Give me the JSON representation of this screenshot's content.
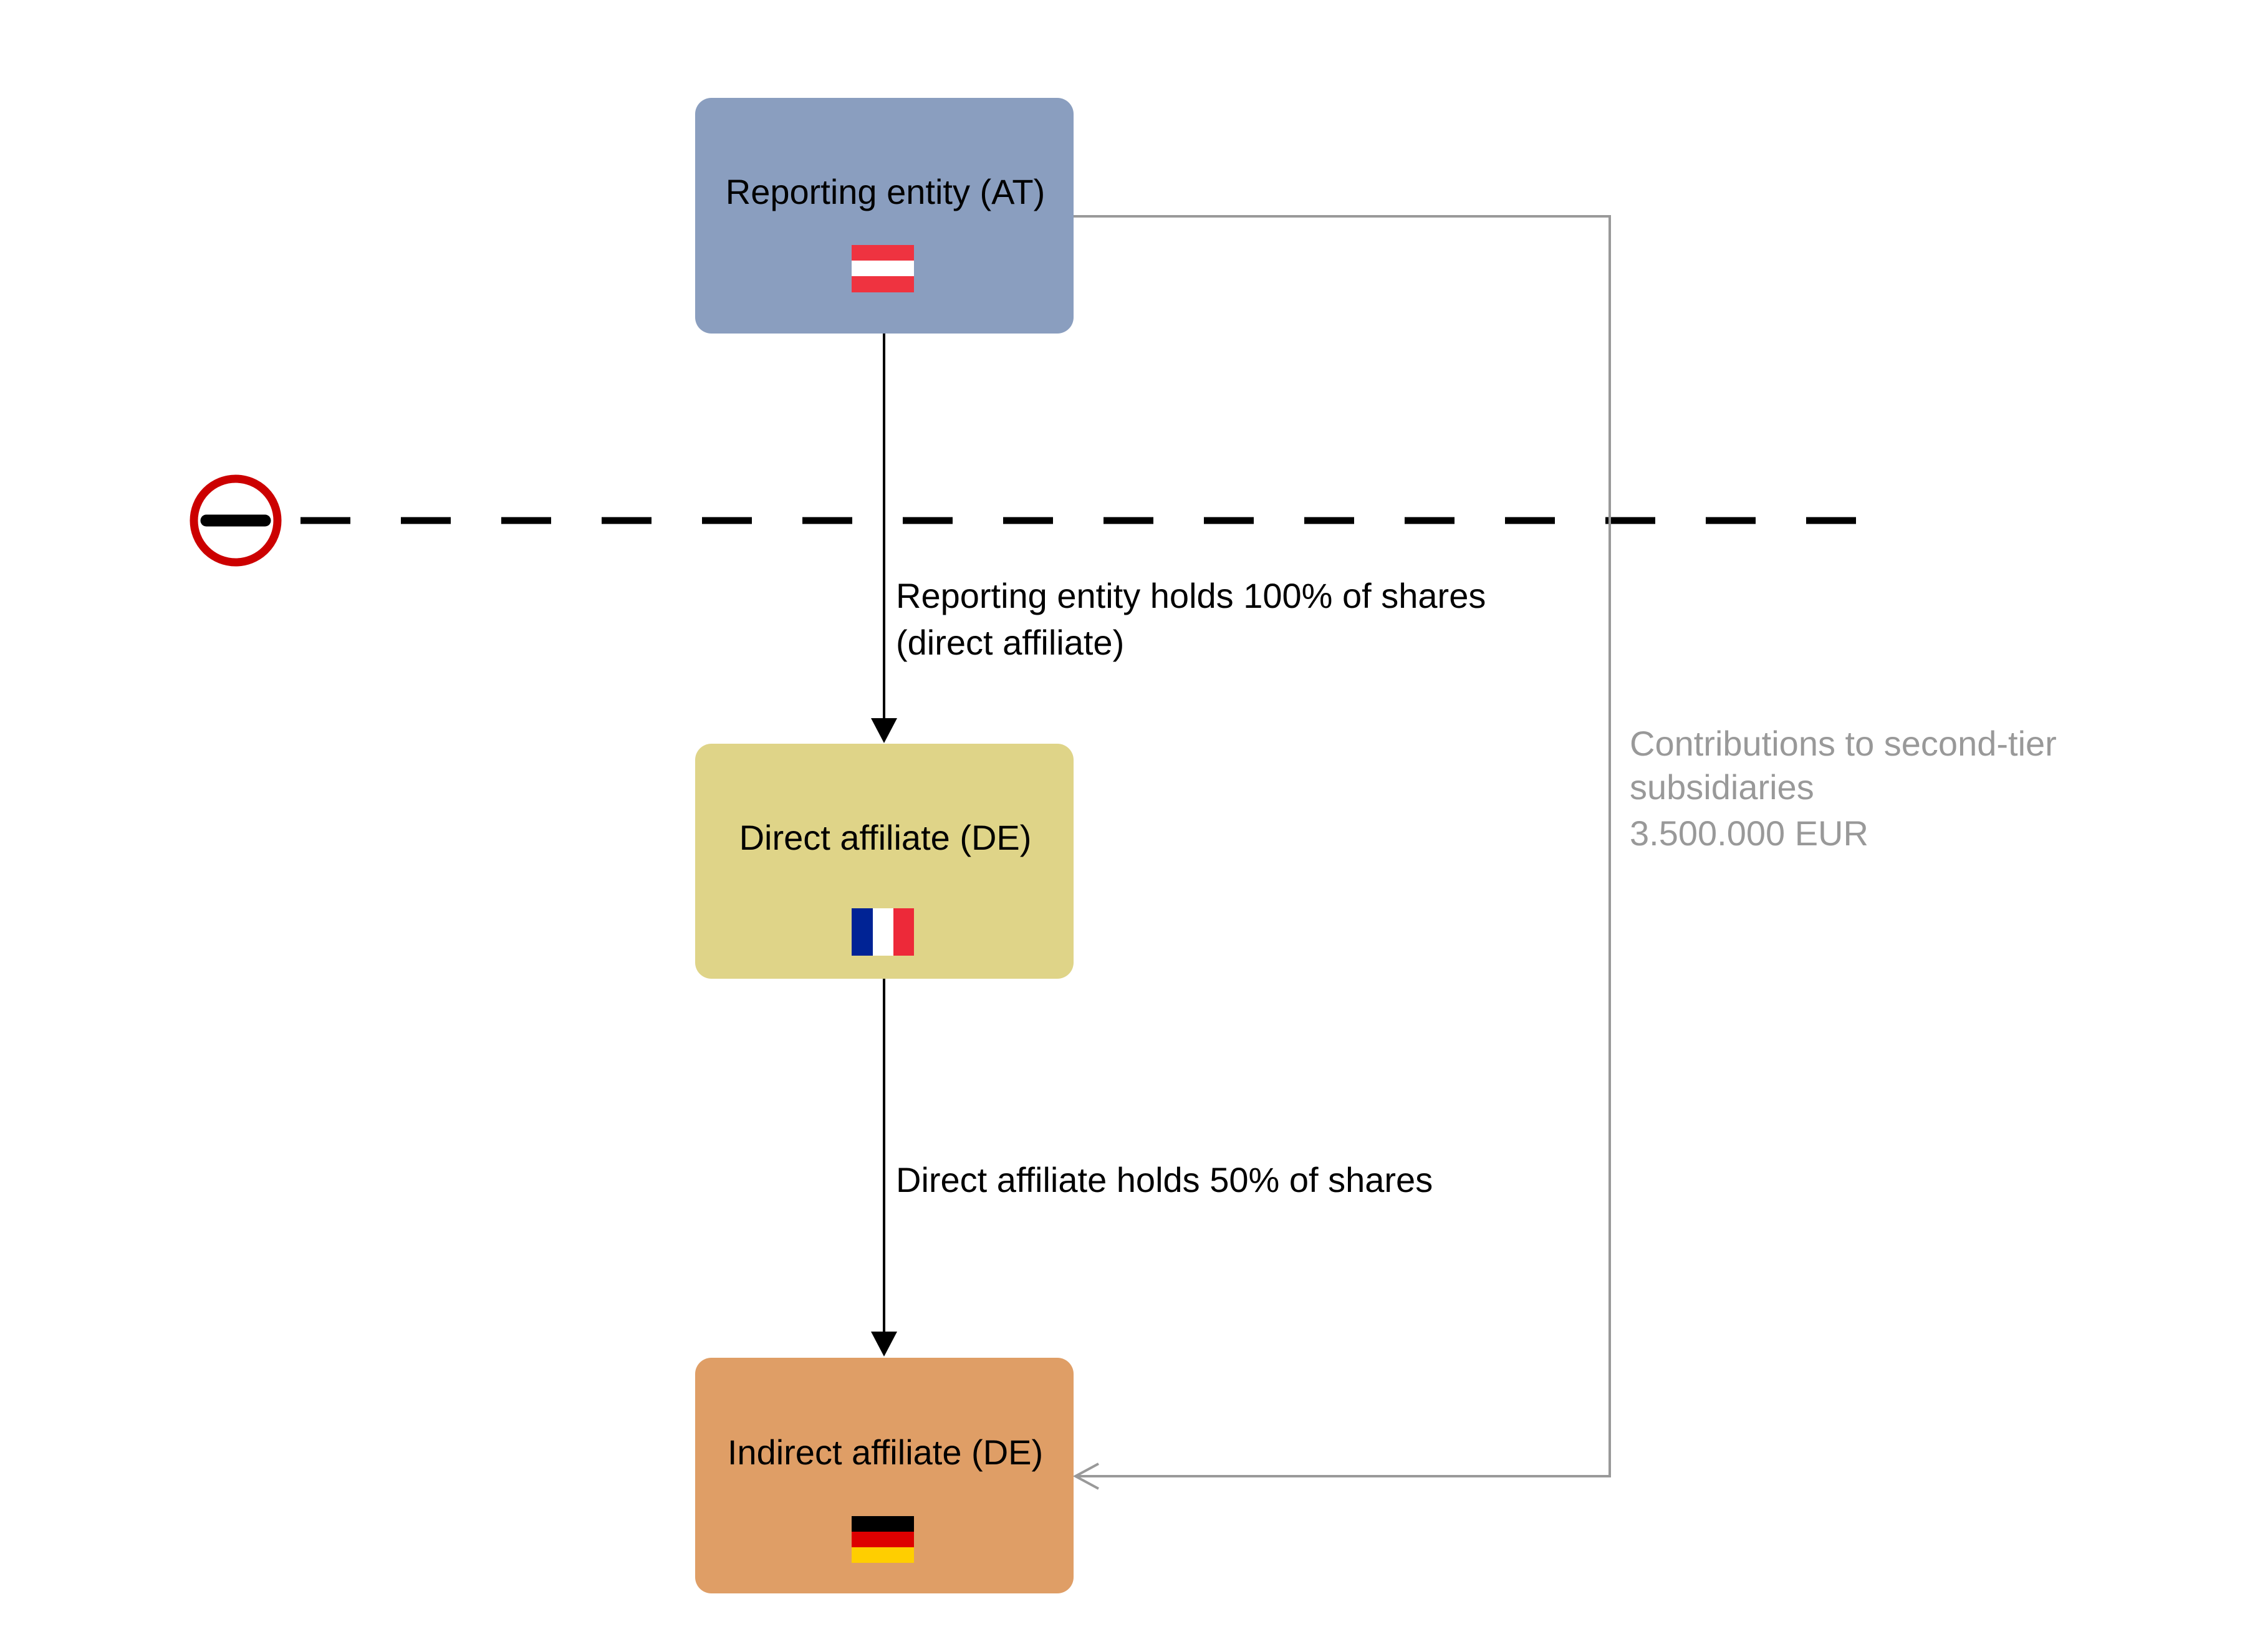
{
  "colors": {
    "reporting_node": "#8a9ebf",
    "direct_node": "#dfd488",
    "indirect_node": "#df9e66",
    "edge": "#000000",
    "contribution_line": "#999999",
    "contribution_text": "#999999",
    "boundary_line": "#000000",
    "boundary_icon_ring": "#cc0000"
  },
  "nodes": {
    "reporting": {
      "label": "Reporting entity (AT)",
      "flag": "austria-flag"
    },
    "direct": {
      "label": "Direct affiliate (DE)",
      "flag": "france-flag"
    },
    "indirect": {
      "label": "Indirect affiliate (DE)",
      "flag": "germany-flag"
    }
  },
  "edges": {
    "reporting_to_direct": {
      "line1": "Reporting entity holds 100% of shares",
      "line2": "(direct affiliate)"
    },
    "direct_to_indirect": {
      "line1": "Direct affiliate holds 50% of shares"
    }
  },
  "contribution": {
    "line1": "Contributions to second-tier",
    "line2": "subsidiaries",
    "line3": "3.500.000 EUR"
  },
  "boundary": {
    "icon": "minus-circle-icon"
  }
}
